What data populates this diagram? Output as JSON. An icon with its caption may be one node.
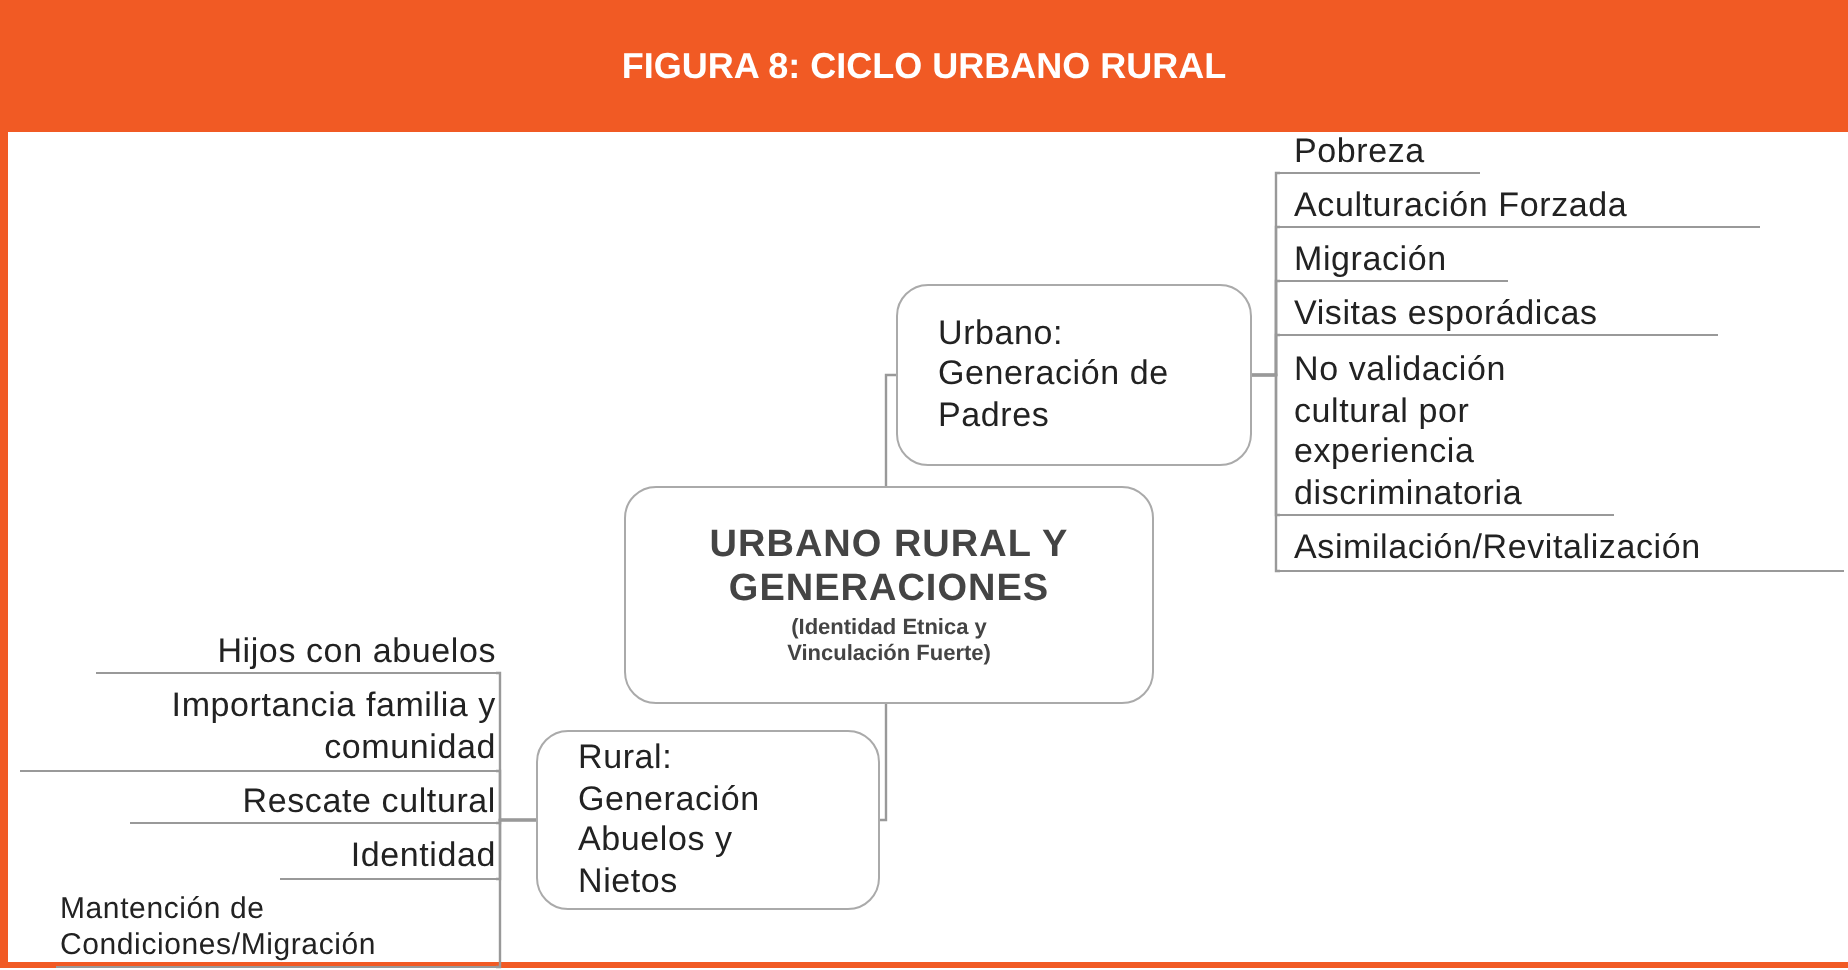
{
  "diagram": {
    "title": "FIGURA 8: CICLO URBANO RURAL",
    "nodes": [
      {
        "text": [
          "URBANO RURAL Y GENERACIONES",
          "(Identidad Etnica y Vinculación Fuerte)"
        ]
      },
      {
        "text": [
          "Urbano: Generación de Padres"
        ]
      },
      {
        "text": [
          "Rural: Generación Abuelos y Nietos"
        ]
      },
      {
        "text": [
          "Pobreza"
        ]
      },
      {
        "text": [
          "Aculturación Forzada"
        ]
      },
      {
        "text": [
          "Migración"
        ]
      },
      {
        "text": [
          "Visitas esporádicas"
        ]
      },
      {
        "text": [
          "No validación cultural por experiencia discriminatoria"
        ]
      },
      {
        "text": [
          "Asimilación/Revitalización"
        ]
      },
      {
        "text": [
          "Hijos con abuelos"
        ]
      },
      {
        "text": [
          "Importancia familia y comunidad"
        ]
      },
      {
        "text": [
          "Rescate cultural"
        ]
      },
      {
        "text": [
          "Identidad"
        ]
      },
      {
        "text": [
          "Mantención de Condiciones/Migración"
        ]
      }
    ],
    "edges": [
      {
        "from": 0,
        "to": 1,
        "arrow": "none"
      },
      {
        "from": 0,
        "to": 2,
        "arrow": "none"
      },
      {
        "from": 1,
        "to": 3,
        "arrow": "none"
      },
      {
        "from": 1,
        "to": 4,
        "arrow": "none"
      },
      {
        "from": 1,
        "to": 5,
        "arrow": "none"
      },
      {
        "from": 1,
        "to": 6,
        "arrow": "none"
      },
      {
        "from": 1,
        "to": 7,
        "arrow": "none"
      },
      {
        "from": 1,
        "to": 8,
        "arrow": "none"
      },
      {
        "from": 2,
        "to": 9,
        "arrow": "none"
      },
      {
        "from": 2,
        "to": 10,
        "arrow": "none"
      },
      {
        "from": 2,
        "to": 11,
        "arrow": "none"
      },
      {
        "from": 2,
        "to": 12,
        "arrow": "none"
      },
      {
        "from": 2,
        "to": 13,
        "arrow": "none"
      }
    ]
  }
}
